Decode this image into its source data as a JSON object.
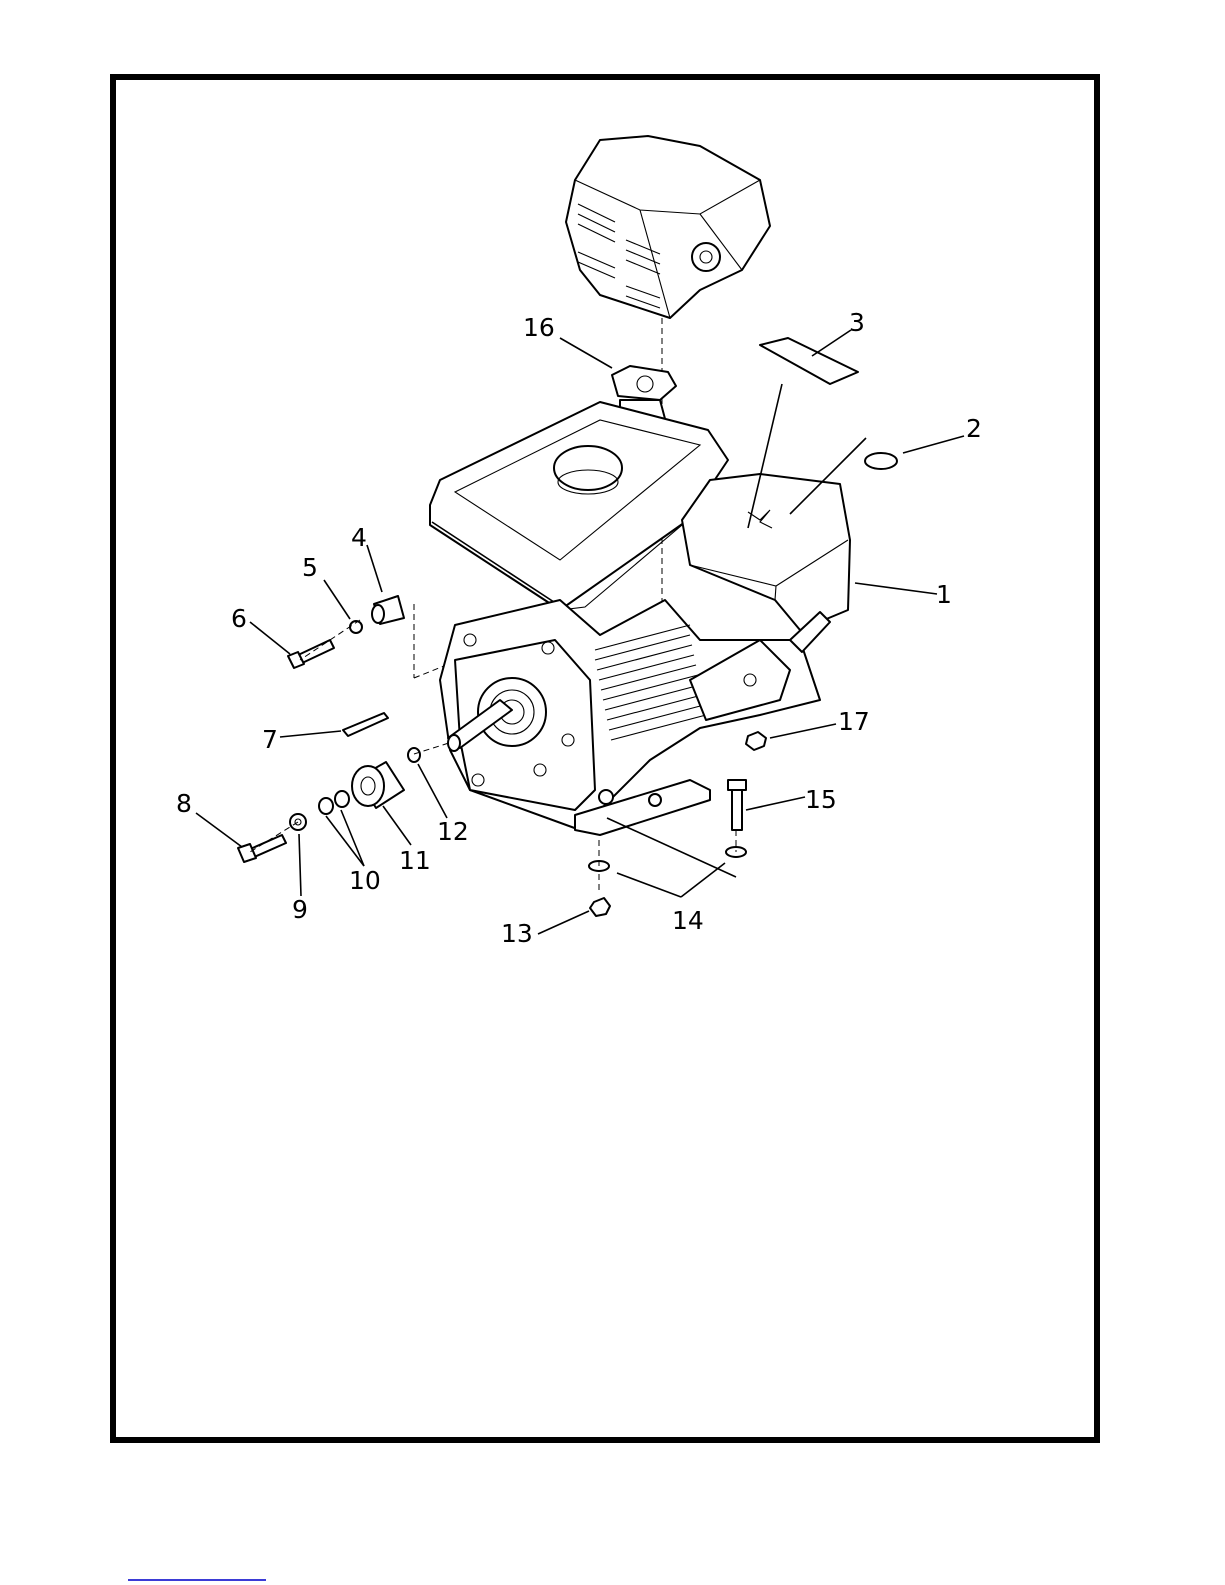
{
  "callouts": [
    "1",
    "2",
    "3",
    "4",
    "5",
    "6",
    "7",
    "8",
    "9",
    "10",
    "11",
    "12",
    "13",
    "14",
    "15",
    "16",
    "17"
  ],
  "colors": {
    "line": "#000000",
    "paper": "#ffffff",
    "footer_link": "#3b3bd6"
  }
}
